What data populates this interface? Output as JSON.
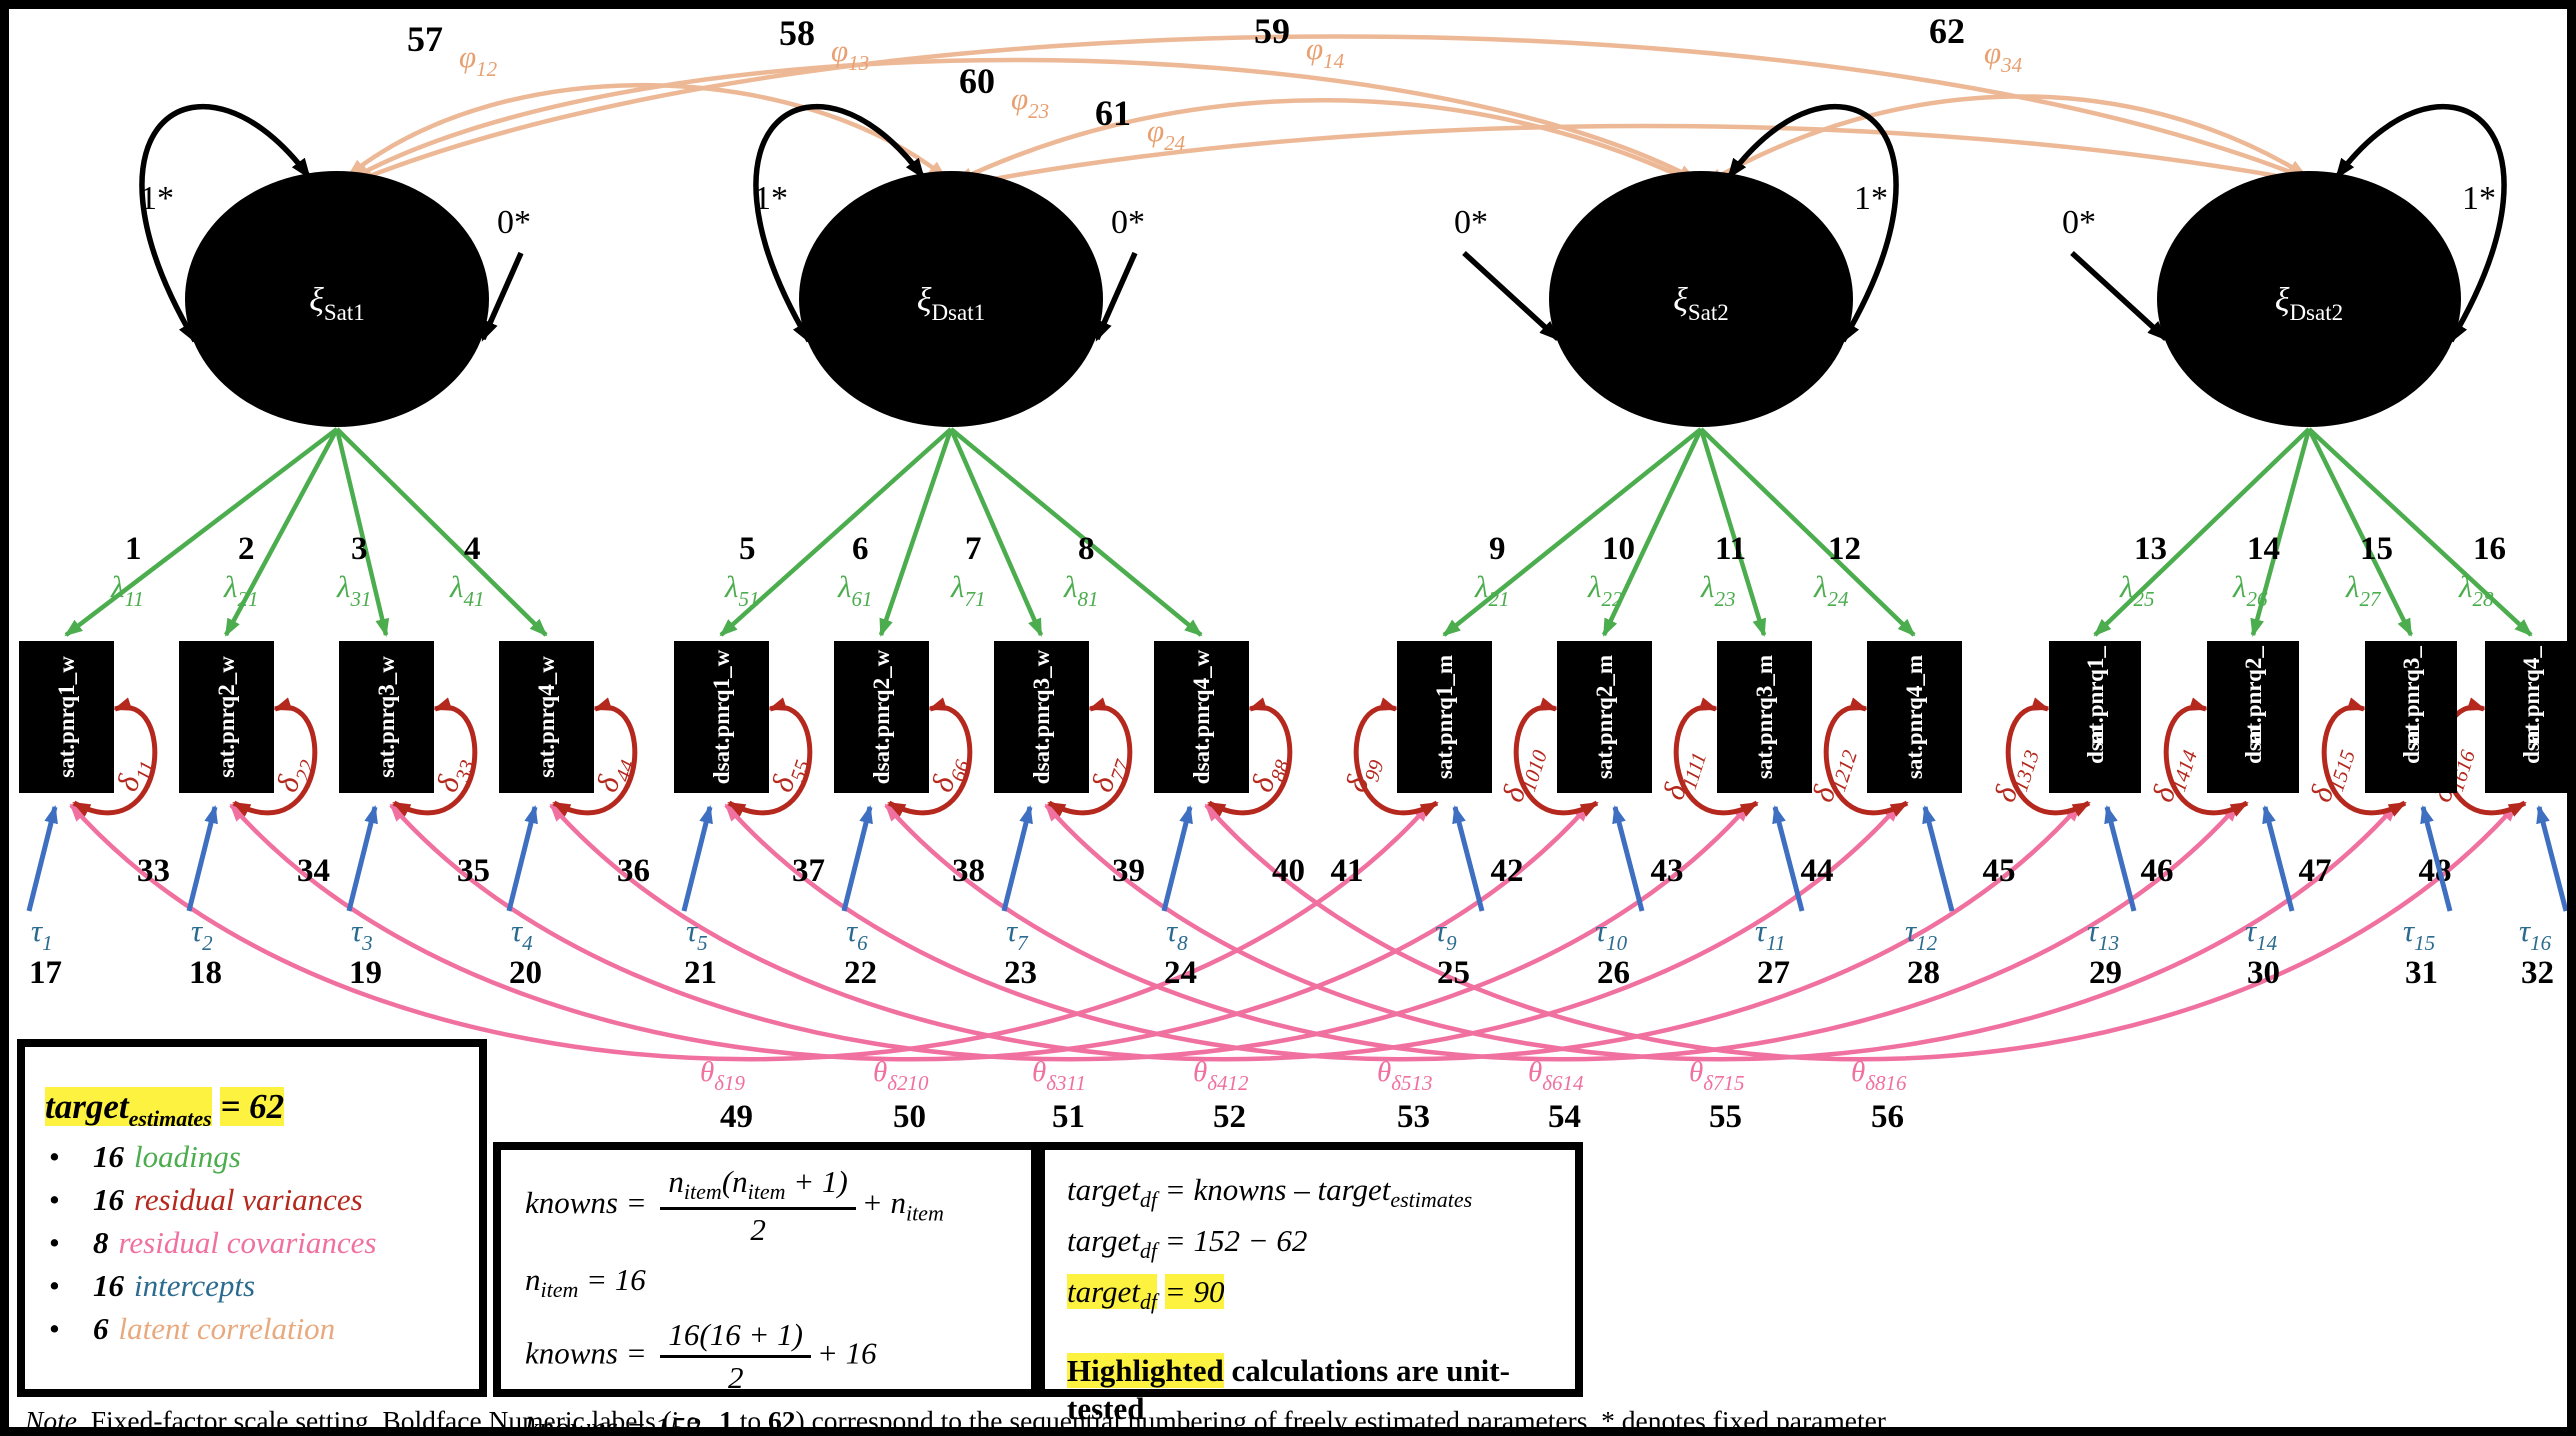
{
  "colors": {
    "loading": "#4BAD4E",
    "residual_variance": "#B5281E",
    "residual_covariance": "#F0709F",
    "intercept": "#2A6B8F",
    "latent_correlation": "#E8A97E",
    "highlight": "#FCF23F"
  },
  "factors": [
    {
      "symbol": "ξ",
      "sub": "Sat1",
      "variance_label": "1*",
      "mean_label": "0*"
    },
    {
      "symbol": "ξ",
      "sub": "Dsat1",
      "variance_label": "1*",
      "mean_label": "0*"
    },
    {
      "symbol": "ξ",
      "sub": "Sat2",
      "variance_label": "1*",
      "mean_label": "0*"
    },
    {
      "symbol": "ξ",
      "sub": "Dsat2",
      "variance_label": "1*",
      "mean_label": "0*"
    }
  ],
  "latent_correlations": [
    {
      "num": "57",
      "symbol": "φ",
      "sub": "12"
    },
    {
      "num": "58",
      "symbol": "φ",
      "sub": "13"
    },
    {
      "num": "59",
      "symbol": "φ",
      "sub": "14"
    },
    {
      "num": "60",
      "symbol": "φ",
      "sub": "23"
    },
    {
      "num": "61",
      "symbol": "φ",
      "sub": "24"
    },
    {
      "num": "62",
      "symbol": "φ",
      "sub": "34"
    }
  ],
  "loadings": [
    {
      "num": "1",
      "symbol": "λ",
      "sub": "11"
    },
    {
      "num": "2",
      "symbol": "λ",
      "sub": "21"
    },
    {
      "num": "3",
      "symbol": "λ",
      "sub": "31"
    },
    {
      "num": "4",
      "symbol": "λ",
      "sub": "41"
    },
    {
      "num": "5",
      "symbol": "λ",
      "sub": "51"
    },
    {
      "num": "6",
      "symbol": "λ",
      "sub": "61"
    },
    {
      "num": "7",
      "symbol": "λ",
      "sub": "71"
    },
    {
      "num": "8",
      "symbol": "λ",
      "sub": "81"
    },
    {
      "num": "9",
      "symbol": "λ",
      "sub": "21"
    },
    {
      "num": "10",
      "symbol": "λ",
      "sub": "22"
    },
    {
      "num": "11",
      "symbol": "λ",
      "sub": "23"
    },
    {
      "num": "12",
      "symbol": "λ",
      "sub": "24"
    },
    {
      "num": "13",
      "symbol": "λ",
      "sub": "25"
    },
    {
      "num": "14",
      "symbol": "λ",
      "sub": "26"
    },
    {
      "num": "15",
      "symbol": "λ",
      "sub": "27"
    },
    {
      "num": "16",
      "symbol": "λ",
      "sub": "28"
    }
  ],
  "indicators": [
    {
      "label": "sat.pnrq1_w",
      "label2": ""
    },
    {
      "label": "sat.pnrq2_w",
      "label2": ""
    },
    {
      "label": "sat.pnrq3_w",
      "label2": ""
    },
    {
      "label": "sat.pnrq4_w",
      "label2": ""
    },
    {
      "label": "dsat.pnrq1_w",
      "label2": ""
    },
    {
      "label": "dsat.pnrq2_w",
      "label2": ""
    },
    {
      "label": "dsat.pnrq3_w",
      "label2": ""
    },
    {
      "label": "dsat.pnrq4_w",
      "label2": ""
    },
    {
      "label": "sat.pnrq1_m",
      "label2": ""
    },
    {
      "label": "sat.pnrq2_m",
      "label2": ""
    },
    {
      "label": "sat.pnrq3_m",
      "label2": ""
    },
    {
      "label": "sat.pnrq4_m",
      "label2": ""
    },
    {
      "label": "dsat.pnrq1_",
      "label2": "m"
    },
    {
      "label": "dsat.pnrq2_",
      "label2": "m"
    },
    {
      "label": "dsat.pnrq3_",
      "label2": "m"
    },
    {
      "label": "dsat.pnrq4_",
      "label2": "m"
    }
  ],
  "residual_variances": [
    {
      "num": "33",
      "symbol": "δ",
      "sub": "11"
    },
    {
      "num": "34",
      "symbol": "δ",
      "sub": "22"
    },
    {
      "num": "35",
      "symbol": "δ",
      "sub": "33"
    },
    {
      "num": "36",
      "symbol": "δ",
      "sub": "44"
    },
    {
      "num": "37",
      "symbol": "δ",
      "sub": "55"
    },
    {
      "num": "38",
      "symbol": "δ",
      "sub": "66"
    },
    {
      "num": "39",
      "symbol": "δ",
      "sub": "77"
    },
    {
      "num": "40",
      "symbol": "δ",
      "sub": "88"
    },
    {
      "num": "41",
      "symbol": "δ",
      "sub": "99"
    },
    {
      "num": "42",
      "symbol": "δ",
      "sub": "1010"
    },
    {
      "num": "43",
      "symbol": "δ",
      "sub": "1111"
    },
    {
      "num": "44",
      "symbol": "δ",
      "sub": "1212"
    },
    {
      "num": "45",
      "symbol": "δ",
      "sub": "1313"
    },
    {
      "num": "46",
      "symbol": "δ",
      "sub": "1414"
    },
    {
      "num": "47",
      "symbol": "δ",
      "sub": "1515"
    },
    {
      "num": "48",
      "symbol": "δ",
      "sub": "1616"
    }
  ],
  "intercepts": [
    {
      "num": "17",
      "symbol": "τ",
      "sub": "1"
    },
    {
      "num": "18",
      "symbol": "τ",
      "sub": "2"
    },
    {
      "num": "19",
      "symbol": "τ",
      "sub": "3"
    },
    {
      "num": "20",
      "symbol": "τ",
      "sub": "4"
    },
    {
      "num": "21",
      "symbol": "τ",
      "sub": "5"
    },
    {
      "num": "22",
      "symbol": "τ",
      "sub": "6"
    },
    {
      "num": "23",
      "symbol": "τ",
      "sub": "7"
    },
    {
      "num": "24",
      "symbol": "τ",
      "sub": "8"
    },
    {
      "num": "25",
      "symbol": "τ",
      "sub": "9"
    },
    {
      "num": "26",
      "symbol": "τ",
      "sub": "10"
    },
    {
      "num": "27",
      "symbol": "τ",
      "sub": "11"
    },
    {
      "num": "28",
      "symbol": "τ",
      "sub": "12"
    },
    {
      "num": "29",
      "symbol": "τ",
      "sub": "13"
    },
    {
      "num": "30",
      "symbol": "τ",
      "sub": "14"
    },
    {
      "num": "31",
      "symbol": "τ",
      "sub": "15"
    },
    {
      "num": "32",
      "symbol": "τ",
      "sub": "16"
    }
  ],
  "residual_covariances": [
    {
      "num": "49",
      "symbol": "θ",
      "sub": "δ19"
    },
    {
      "num": "50",
      "symbol": "θ",
      "sub": "δ210"
    },
    {
      "num": "51",
      "symbol": "θ",
      "sub": "δ311"
    },
    {
      "num": "52",
      "symbol": "θ",
      "sub": "δ412"
    },
    {
      "num": "53",
      "symbol": "θ",
      "sub": "δ513"
    },
    {
      "num": "54",
      "symbol": "θ",
      "sub": "δ614"
    },
    {
      "num": "55",
      "symbol": "θ",
      "sub": "δ715"
    },
    {
      "num": "56",
      "symbol": "θ",
      "sub": "δ816"
    }
  ],
  "summary_box": {
    "title_a": "target",
    "title_sub": "estimates",
    "title_b": " = 62",
    "items": [
      {
        "count": "16",
        "label": "loadings"
      },
      {
        "count": "16",
        "label": "residual variances"
      },
      {
        "count": "8",
        "label": "residual covariances"
      },
      {
        "count": "16",
        "label": "intercepts"
      },
      {
        "count": "6",
        "label": "latent correlation"
      }
    ],
    "bullet": "•"
  },
  "knowns_box": {
    "l1_lhs": "knowns = ",
    "l1_num_a": "n",
    "l1_num_sub_a": "item",
    "l1_num_b": "(n",
    "l1_num_sub_b": "item",
    "l1_num_c": " + 1)",
    "l1_den": "2",
    "l1_tail": "+ n",
    "l1_tail_sub": "item",
    "l2_a": "n",
    "l2_sub": "item",
    "l2_b": " = 16",
    "l3_lhs": "knowns = ",
    "l3_num": "16(16 + 1)",
    "l3_den": "2",
    "l3_tail": "+ 16",
    "l4": "knowns = 152"
  },
  "df_box": {
    "l1_a": "target",
    "l1_sub": "df",
    "l1_b": " =  knowns – ",
    "l1_c": "target",
    "l1_sub2": "estimates",
    "l2_a": "target",
    "l2_sub": "df",
    "l2_b": " = 152  − 62",
    "l3_a": "target",
    "l3_sub": "df",
    "l3_b": " = 90",
    "l4_hl": "Highlighted",
    "l4_rest": " calculations are unit-tested"
  },
  "note": {
    "lead": "Note.",
    "body_a": " Fixed-factor scale setting. Boldface Numeric labels (i.e., ",
    "b1": "1",
    "mid": " to ",
    "b2": "62",
    "body_b": ") correspond to the sequential numbering of freely estimated parameters. * denotes fixed parameter."
  }
}
